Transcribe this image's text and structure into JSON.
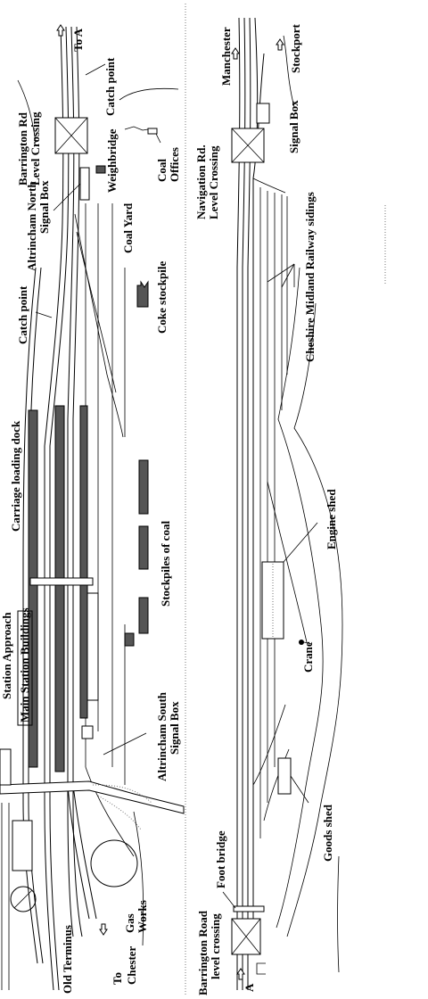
{
  "left_panel": {
    "to_a": "To A",
    "catch_point_top": "Catch point",
    "barrington_rd_level_crossing": "Barrington Rd Level Crossing",
    "coal_offices": "Coal Offices",
    "weighbridge": "Weighbridge",
    "altrincham_north_signal_box": "Altrincham North Signal Box",
    "coal_yard": "Coal Yard",
    "coke_stockpile": "Coke stockpile",
    "catch_point_mid": "Catch point",
    "carriage_loading_dock": "Carriage loading dock",
    "stockpiles_of_coal": "Stockpiles of coal",
    "station_approach": "Station Approach",
    "main_station_buildings": "Main Station Buildings",
    "altrincham_south_signal_box": "Altrincham South Signal Box",
    "gas_works": "Gas Works",
    "to_chester": "To Chester",
    "old_terminus": "Old Terminus"
  },
  "right_panel": {
    "manchester": "Manchester",
    "stockport": "Stockport",
    "signal_box": "Signal Box",
    "navigation_rd_level_crossing": "Navigation Rd. Level Crossing",
    "cheshire_midland_railway_sidings": "Cheshire Midland Railway sidings",
    "engine_shed": "Engine shed",
    "crane": "Crane",
    "goods_shed": "Goods shed",
    "foot_bridge": "Foot bridge",
    "barrington_road_level_crossing": "Barrington Road level crossing",
    "a_marker": "A"
  }
}
